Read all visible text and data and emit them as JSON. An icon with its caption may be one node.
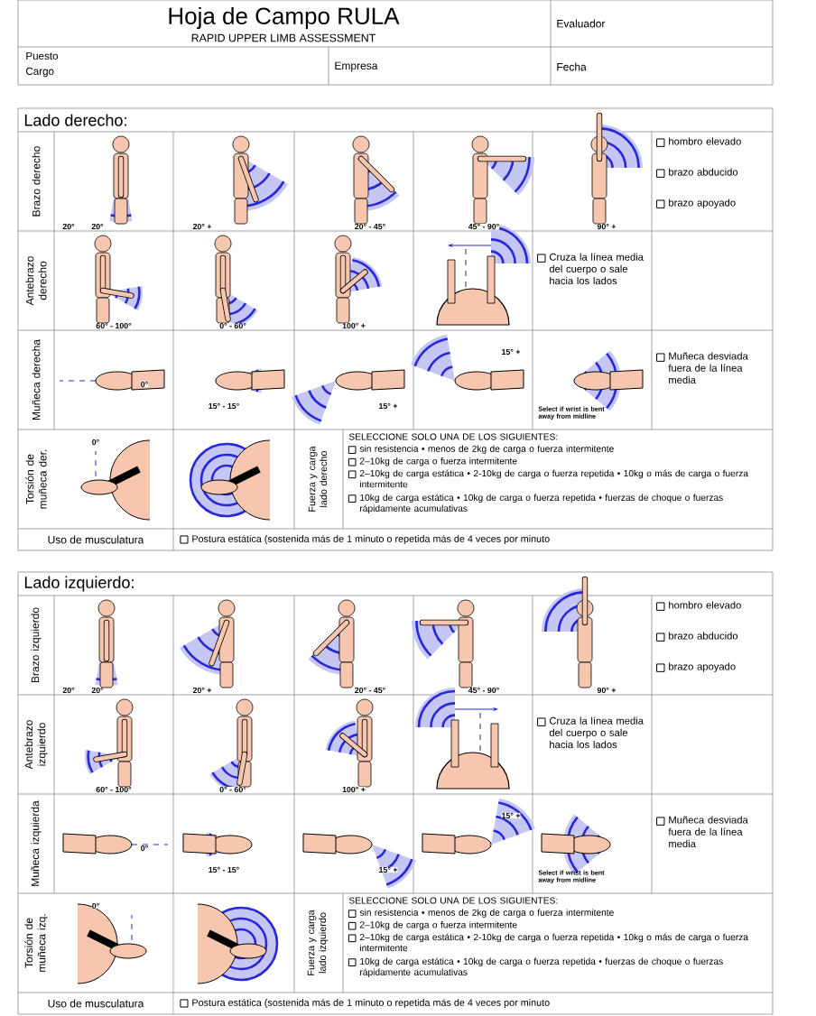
{
  "diagram": {
    "labels": [
      "Hoja de Campo RULA",
      "RAPID UPPER LIMB ASSESSMENT",
      "Evaluador",
      "Puesto",
      "Cargo",
      "Empresa",
      "Fecha",
      "Lado derecho:",
      "Brazo derecho",
      "20°",
      "20°",
      "20° +",
      "20° - 45°",
      "45° - 90°",
      "90° +",
      "hombro elevado",
      "brazo abducido",
      "brazo apoyado",
      "Antebrazo derecho",
      "60° - 100°",
      "0° - 60°",
      "100° +",
      "Cruza la línea media del cuerpo o sale hacia los lados",
      "Muñeca derecha",
      "0°",
      "15° - 15°",
      "15° +",
      "15° +",
      "Select if wrist is bent away from midline",
      "Muñeca desviada fuera de la línea media",
      "Torsión de muñeca der.",
      "0°",
      "Fuerza y carga lado derecho",
      "SELECCIONE SOLO UNA DE LOS SIGUIENTES:",
      "sin resistencia • menos de 2kg de carga o fuerza intermitente",
      "2–10kg de carga o fuerza intermitente",
      "2–10kg de carga estática • 2-10kg de carga o fuerza repetida • 10kg o más de carga o fuerza intermitente",
      "10kg de carga estática • 10kg de carga o fuerza repetida • fuerzas de choque o fuerzas rápidamente acumulativas",
      "Uso de musculatura",
      "Postura estática (sostenida más de 1 minuto o repetida más de 4 veces por minuto",
      "Lado izquierdo:",
      "Brazo izquierdo",
      "20°",
      "20°",
      "20° +",
      "20° - 45°",
      "45° - 90°",
      "90° +",
      "hombro elevado",
      "brazo abducido",
      "brazo apoyado",
      "Antebrazo izquierdo",
      "60° - 100°",
      "0° - 60°",
      "100° +",
      "Cruza la línea media del cuerpo o sale hacia los lados",
      "Muñeca izquierda",
      "0°",
      "15° - 15°",
      "15° +",
      "15° +",
      "Select if wrist is bent away from midline",
      "Muñeca desviada fuera de la línea media",
      "Torsión de muñeca izq.",
      "0°",
      "Fuerza y carga lado izquierdo",
      "SELECCIONE SOLO UNA DE LOS SIGUIENTES:",
      "sin resistencia • menos de 2kg de carga o fuerza intermitente",
      "2–10kg de carga o fuerza intermitente",
      "2–10kg de carga estática • 2-10kg de carga o fuerza repetida • 10kg o más de carga o fuerza intermitente",
      "10kg de carga estática • 10kg de carga o fuerza repetida • fuerzas de choque o fuerzas rápidamente acumulativas",
      "Uso de musculatura",
      "Postura estática (sostenida más de 1 minuto o repetida más de 4 veces por minuto"
    ]
  }
}
